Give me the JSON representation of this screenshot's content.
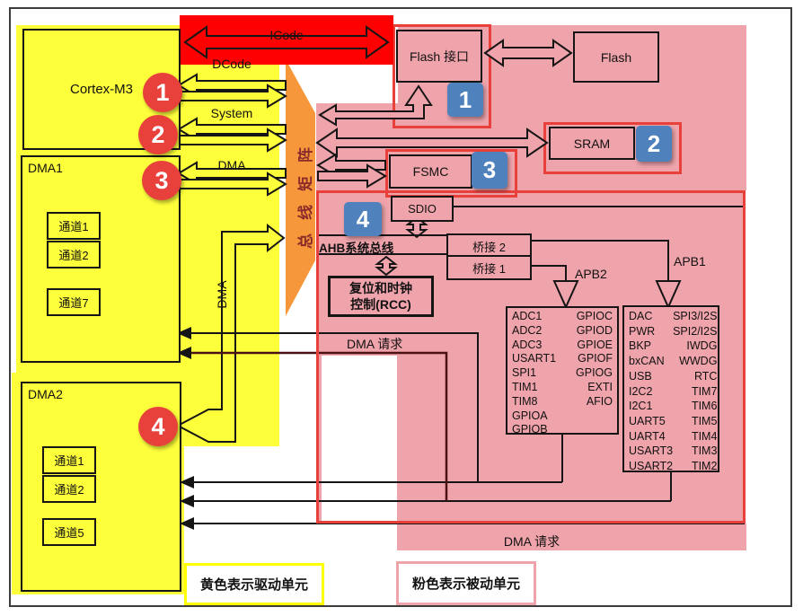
{
  "blocks": {
    "cortex": "Cortex-M3",
    "dma1": "DMA1",
    "dma2": "DMA2",
    "flash_if": "Flash 接口",
    "flash": "Flash",
    "sram": "SRAM",
    "fsmc": "FSMC",
    "sdio": "SDIO",
    "bridge2": "桥接 2",
    "bridge1": "桥接 1",
    "rcc_line1": "复位和时钟",
    "rcc_line2": "控制(RCC)"
  },
  "buses": {
    "icode": "ICode",
    "dcode": "DCode",
    "system": "System",
    "dma": "DMA",
    "dma_vertical": "DMA",
    "bus_matrix": "总线矩阵",
    "ahb_system_bus": "AHB系统总线",
    "apb2": "APB2",
    "apb1": "APB1",
    "dma_request_mid": "DMA 请求",
    "dma_request_bottom": "DMA 请求"
  },
  "dma1_channels": [
    "通道1",
    "通道2",
    "通道7"
  ],
  "dma2_channels": [
    "通道1",
    "通道2",
    "通道5"
  ],
  "markers": {
    "red": [
      "1",
      "2",
      "3",
      "4"
    ],
    "blue": [
      "1",
      "2",
      "3",
      "4"
    ]
  },
  "apb2_peripherals": {
    "left": [
      "ADC1",
      "ADC2",
      "ADC3",
      "USART1",
      "SPI1",
      "TIM1",
      "TIM8",
      "GPIOA",
      "GPIOB"
    ],
    "right": [
      "GPIOC",
      "GPIOD",
      "GPIOE",
      "GPIOF",
      "GPIOG",
      "EXTI",
      "AFIO"
    ]
  },
  "apb1_peripherals": {
    "left": [
      "DAC",
      "PWR",
      "BKP",
      "bxCAN",
      "USB",
      "I2C2",
      "I2C1",
      "UART5",
      "UART4",
      "USART3",
      "USART2"
    ],
    "right": [
      "SPI3/I2S",
      "SPI2/I2S",
      "IWDG",
      "WWDG",
      "RTC",
      "TIM7",
      "TIM6",
      "TIM5",
      "TIM4",
      "TIM3",
      "TIM2"
    ]
  },
  "legend": {
    "yellow": "黄色表示驱动单元",
    "pink": "粉色表示被动单元"
  },
  "colors": {
    "driver_yellow": "#FEFF3B",
    "passive_pink": "#EFA3AB",
    "highlight_red": "#E8413C",
    "icode_banner_red": "#FE0000",
    "marker_blue": "#4F81BD",
    "bus_matrix_orange": "#F7973B"
  }
}
